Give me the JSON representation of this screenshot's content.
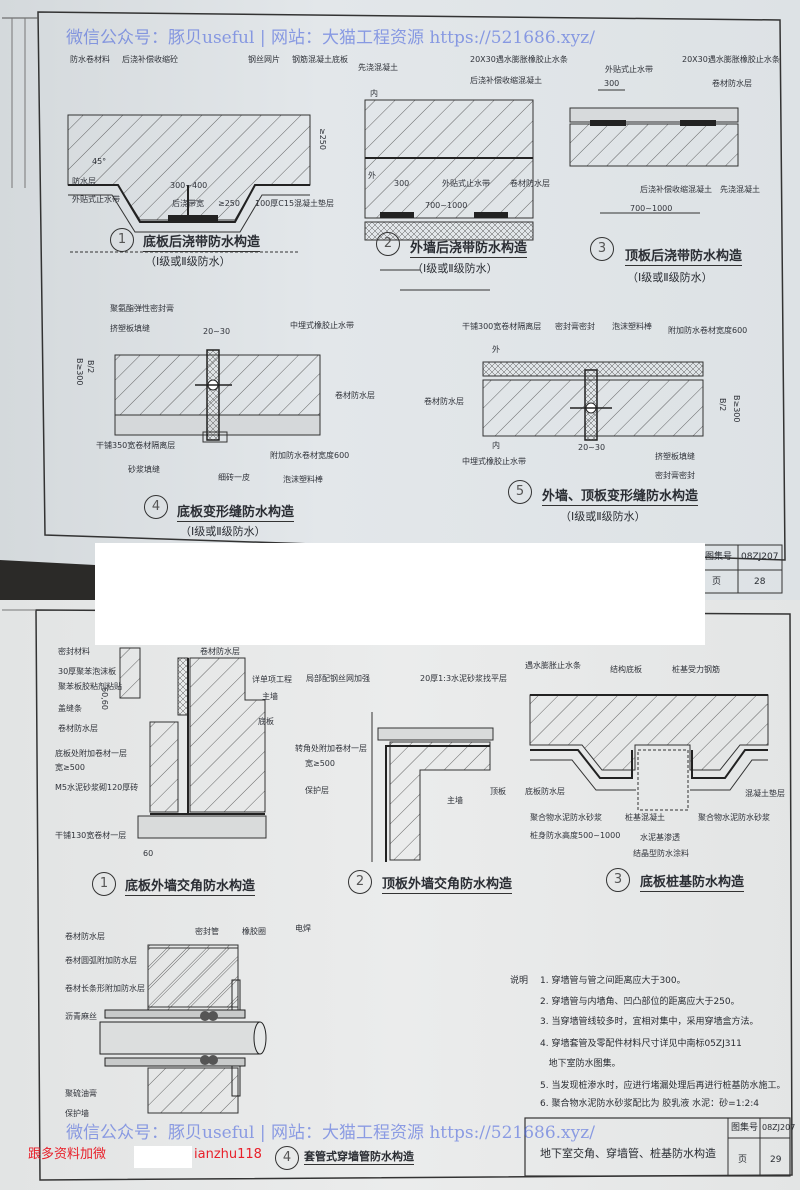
{
  "watermark": "微信公众号：豚贝useful | 网站：大猫工程资源 https://521686.xyz/",
  "promo": {
    "left": "跟多资料加微",
    "right": "ianzhu118"
  },
  "top_page": {
    "figures": [
      {
        "number": "1",
        "title": "底板后浇带防水构造",
        "subtitle": "（Ⅰ级或Ⅱ级防水）",
        "labels": [
          "防水卷材料",
          "后浇补偿收缩砼",
          "钢丝网片",
          "钢筋混凝土底板",
          "45°",
          "防水层",
          "外贴式止水带",
          "300~400",
          "后浇带宽",
          "≥250",
          "100厚C15混凝土垫层",
          "≥250"
        ]
      },
      {
        "number": "2",
        "title": "外墙后浇带防水构造",
        "subtitle": "（Ⅰ级或Ⅱ级防水）",
        "labels": [
          "先浇混凝土",
          "20X30遇水膨胀橡胶止水条",
          "后浇补偿收缩混凝土",
          "内",
          "外",
          "300",
          "外贴式止水带",
          "卷材防水层",
          "700~1000"
        ]
      },
      {
        "number": "3",
        "title": "顶板后浇带防水构造",
        "subtitle": "（Ⅰ级或Ⅱ级防水）",
        "labels": [
          "外贴式止水带",
          "20X30遇水膨胀橡胶止水条",
          "300",
          "卷材防水层",
          "后浇补偿收缩混凝土",
          "先浇混凝土",
          "700~1000"
        ]
      },
      {
        "number": "4",
        "title": "底板变形缝防水构造",
        "subtitle": "（Ⅰ级或Ⅱ级防水）",
        "labels": [
          "聚氨酯弹性密封膏",
          "挤塑板填缝",
          "20~30",
          "中埋式橡胶止水带",
          "B≥300",
          "B/2",
          "卷材防水层",
          "干铺350宽卷材隔离层",
          "砂浆填缝",
          "细砖一皮",
          "附加防水卷材宽度600",
          "泡沫塑料棒"
        ]
      },
      {
        "number": "5",
        "title": "外墙、顶板变形缝防水构造",
        "subtitle": "（Ⅰ级或Ⅱ级防水）",
        "labels": [
          "干铺300宽卷材隔离层",
          "密封膏密封",
          "泡沫塑料棒",
          "附加防水卷材宽度600",
          "外",
          "卷材防水层",
          "内",
          "20~30",
          "中埋式橡胶止水带",
          "挤塑板填缝",
          "密封膏密封",
          "B≥300",
          "B/2"
        ]
      }
    ],
    "title_block": {
      "atlas_label": "图集号",
      "atlas_no": "08ZJ207",
      "page_label": "页",
      "page_no": "28"
    }
  },
  "bottom_page": {
    "figures": [
      {
        "number": "1",
        "title": "底板外墙交角防水构造",
        "labels": [
          "密封材料",
          "30厚聚苯泡沫板",
          "聚苯板胶粘剂粘贴",
          "盖缝条",
          "卷材防水层",
          "底板处附加卷材一层",
          "宽≥500",
          "M5水泥砂浆砌120厚砖",
          "干铺130宽卷材一层",
          "卷材防水层",
          "详单项工程",
          "主墙",
          "底板",
          "60",
          "60,60"
        ]
      },
      {
        "number": "2",
        "title": "顶板外墙交角防水构造",
        "labels": [
          "局部配钢丝网加强",
          "20厚1:3水泥砂浆找平层",
          "转角处附加卷材一层",
          "宽≥500",
          "保护层",
          "主墙",
          "顶板"
        ]
      },
      {
        "number": "3",
        "title": "底板桩基防水构造",
        "labels": [
          "遇水膨胀止水条",
          "结构底板",
          "桩基受力钢筋",
          "底板防水层",
          "聚合物水泥防水砂浆",
          "桩身防水高度500~1000",
          "桩基混凝土",
          "水泥基渗透",
          "结晶型防水涂料",
          "聚合物水泥防水砂浆",
          "混凝土垫层"
        ]
      },
      {
        "number": "4",
        "title": "套管式穿墙管防水构造",
        "labels": [
          "卷材防水层",
          "卷材圆弧附加防水层",
          "卷材长条形附加防水层",
          "沥青麻丝",
          "密封管",
          "橡胶圈",
          "电焊",
          "聚硫油膏",
          "保护墙"
        ]
      }
    ],
    "notes": {
      "heading": "说明",
      "items": [
        "1. 穿墙管与管之间距离应大于300。",
        "2. 穿墙管与内墙角、凹凸部位的距离应大于250。",
        "3. 当穿墙管线较多时，宜相对集中，采用穿墙盒方法。",
        "4. 穿墙套管及零配件材料尺寸详见中南标05ZJ311",
        "   地下室防水图集。",
        "5. 当发现桩渗水时，应进行堵漏处理后再进行桩基防水施工。",
        "6. 聚合物水泥防水砂浆配比为  胶乳液  水泥：砂=1:2:4"
      ]
    },
    "title_block": {
      "sheet_title": "地下室交角、穿墙管、桩基防水构造",
      "atlas_label": "图集号",
      "atlas_no": "08ZJ207",
      "page_label": "页",
      "page_no": "29"
    }
  }
}
